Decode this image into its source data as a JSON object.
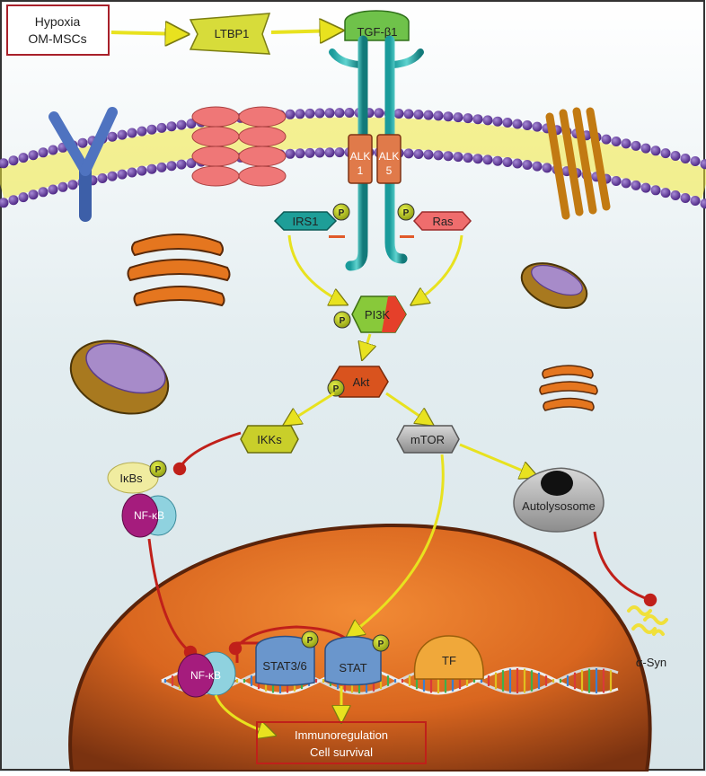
{
  "input_box": {
    "line1": "Hypoxia",
    "line2": "OM-MSCs"
  },
  "nodes": {
    "ltbp1": "LTBP1",
    "tgfb1": "TGF-β1",
    "alk1_a": "ALK",
    "alk1_b": "1",
    "alk5_a": "ALK",
    "alk5_b": "5",
    "irs1": "IRS1",
    "ras": "Ras",
    "pi3k": "PI3K",
    "akt": "Akt",
    "ikks": "IKKs",
    "mtor": "mTOR",
    "ikbs": "IκBs",
    "nfkb_cyto": "NF-κB",
    "autolysosome": "Autolysosome",
    "asyn": "α-Syn",
    "nfkb_nuc": "NF-κB",
    "stat36": "STAT3/6",
    "stat": "STAT",
    "tf": "TF"
  },
  "phospho": "P",
  "outcome": {
    "line1": "Immunoregulation",
    "line2": "Cell survival"
  },
  "colors": {
    "cytoplasm_top": "#d9e6ea",
    "membrane_head": "#5b2d8e",
    "membrane_tail": "#f2ea3c",
    "arrow": "#e8e21f",
    "inhibit": "#c0201a",
    "nucleus": "#8b3e14",
    "outcome_box": "#c0201a",
    "outcome_text": "#ffffff"
  }
}
